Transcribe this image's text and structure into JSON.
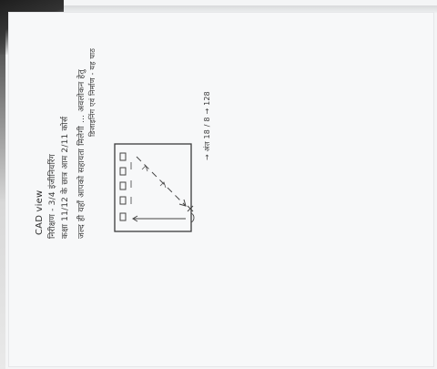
{
  "photo": {
    "description_free": true
  },
  "note": {
    "title": "CAD view",
    "lines": [
      "निरीक्षण - 3/4 इंजीनियरिंग",
      "कक्षा 11/12 के छात्र आम 2/11 कोर्स",
      "जल्द ही यहाँ आपको सहायता मिलेगी ... अवलोकन हेतु",
      "डिजाइनिंग एवं निर्माण - यह पाठ"
    ],
    "annotation": "→ अंत 18 / 8 → 128"
  }
}
